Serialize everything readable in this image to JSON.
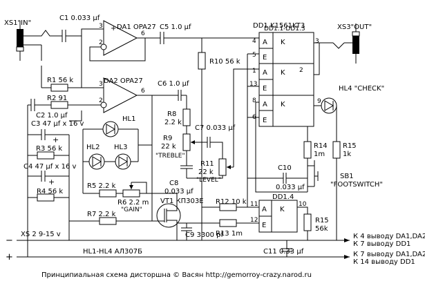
{
  "labels": {
    "xs1": "XS1\"IN\"",
    "c1": "C1 0.033 µf",
    "da1": "DA1 OPA27",
    "c5": "C5 1.0 µf",
    "r10": "R10 56 k",
    "dd1": "DD1 K1561KT3",
    "dd1_sub": "DD1.1-DD1.3",
    "xs3": "XS3\"OUT\"",
    "r1": "R1 56 k",
    "r2": "R2 91",
    "da2": "DA2 OPA27",
    "c6": "C6 1.0 µf",
    "c2": "C2 1.0 µf",
    "c3": "C3 47 µf x 16 v",
    "hl1": "HL1",
    "r8a": "R8",
    "r8b": "2.2 k",
    "hl4": "HL4 \"CHECK\"",
    "c7": "C7 0.033 µf",
    "r9a": "R9",
    "r9b": "22 k",
    "treble": "\"TREBLE\"",
    "hl2": "HL2",
    "hl3": "HL3",
    "r3": "R3 56 k",
    "r14a": "R14",
    "r14b": "1m",
    "r15a": "R15",
    "r15b": "1k",
    "c4": "C4 47 µf x 16 v",
    "r11a": "R11",
    "r11b": "22 k",
    "level": "\"LEVEL\"",
    "c10a": "C10",
    "c10b": "0.033 µf",
    "sb1": "SB1",
    "footswitch": "\"FOOTSWITCH\"",
    "r5": "R5 2.2 k",
    "c8a": "C8",
    "c8b": "0.033 µf",
    "r4": "R4 56 k",
    "r6": "R6 2.2 m",
    "gain": "\"GAIN\"",
    "vt1": "VT1 КП303Е",
    "r12": "R12 10 k",
    "dd14": "DD1.4",
    "r7": "R7 2.2 k",
    "r15b_a": "R15",
    "r15b_b": "56k",
    "r13": "R13 1m",
    "c9": "C9 3300 pf",
    "xs2": "XS 2 9-15 v",
    "note1": "К 4 выводу DA1,DA2",
    "note2": "К 7 выводу DD1",
    "c11": "C11 0.33 µf",
    "hl_note": "HL1-HL4 АЛ307Б",
    "note3": "К 7 выводу DA1,DA2",
    "note4": "К 14 выводу DD1",
    "caption": "Принципиальная схема дисторшна © Васян http://gemorroy-crazy.narod.ru",
    "minus": "−",
    "plus": "+",
    "pin3a": "3",
    "pin2a": "2",
    "pin6a": "6",
    "pin3b": "3",
    "pin2b": "2",
    "pin6b": "6",
    "k": "K",
    "a": "A",
    "e": "E",
    "p4": "4",
    "p5": "5",
    "p3": "3",
    "p1": "1",
    "p2": "2",
    "p13": "13",
    "p6": "6",
    "p8": "8",
    "p9": "9",
    "p11": "11",
    "p12": "12",
    "p10": "10",
    "cplus": "+"
  }
}
